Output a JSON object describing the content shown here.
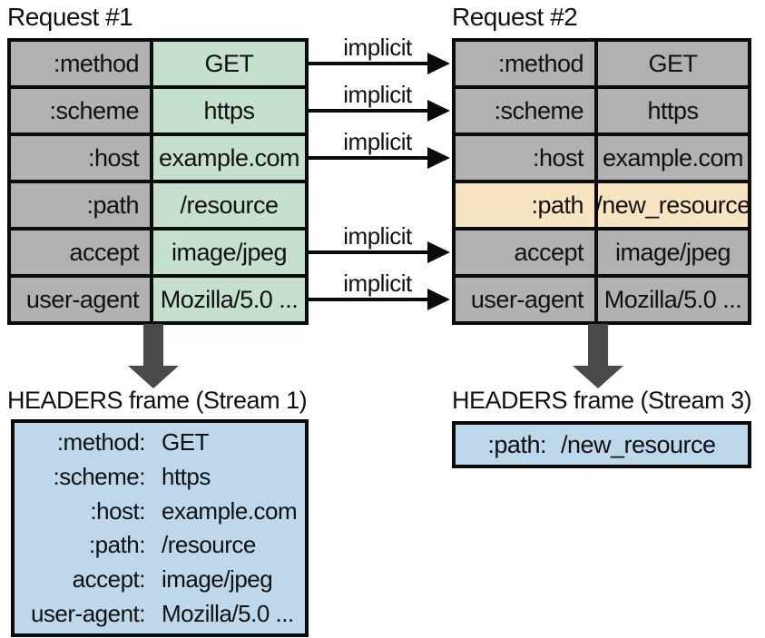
{
  "colors": {
    "cell-gray": "#b1b1b1",
    "cell-green": "#c5e0cc",
    "cell-peach": "#f9e4c2",
    "frame-blue": "#bcd8ea",
    "arrow-dark": "#4a4a4a",
    "border-black": "#0b0b0b"
  },
  "request1": {
    "title": "Request #1",
    "rows": [
      {
        "key": ":method",
        "value": "GET"
      },
      {
        "key": ":scheme",
        "value": "https"
      },
      {
        "key": ":host",
        "value": "example.com"
      },
      {
        "key": ":path",
        "value": "/resource"
      },
      {
        "key": "accept",
        "value": "image/jpeg"
      },
      {
        "key": "user-agent",
        "value": "Mozilla/5.0 ..."
      }
    ]
  },
  "request2": {
    "title": "Request #2",
    "highlighted_row": ":path",
    "rows": [
      {
        "key": ":method",
        "value": "GET"
      },
      {
        "key": ":scheme",
        "value": "https"
      },
      {
        "key": ":host",
        "value": "example.com"
      },
      {
        "key": ":path",
        "value": "/new_resource"
      },
      {
        "key": "accept",
        "value": "image/jpeg"
      },
      {
        "key": "user-agent",
        "value": "Mozilla/5.0 ..."
      }
    ]
  },
  "arrows": [
    {
      "label": "implicit",
      "row": ":method"
    },
    {
      "label": "implicit",
      "row": ":scheme"
    },
    {
      "label": "implicit",
      "row": ":host"
    },
    {
      "label": "implicit",
      "row": "accept"
    },
    {
      "label": "implicit",
      "row": "user-agent"
    }
  ],
  "frame1": {
    "title": "HEADERS frame (Stream 1)",
    "lines": [
      {
        "key": ":method:",
        "value": "GET"
      },
      {
        "key": ":scheme:",
        "value": "https"
      },
      {
        "key": ":host:",
        "value": "example.com"
      },
      {
        "key": ":path:",
        "value": "/resource"
      },
      {
        "key": "accept:",
        "value": "image/jpeg"
      },
      {
        "key": "user-agent:",
        "value": "Mozilla/5.0 ..."
      }
    ]
  },
  "frame2": {
    "title": "HEADERS frame (Stream 3)",
    "lines": [
      {
        "key": ":path:",
        "value": "/new_resource"
      }
    ]
  }
}
